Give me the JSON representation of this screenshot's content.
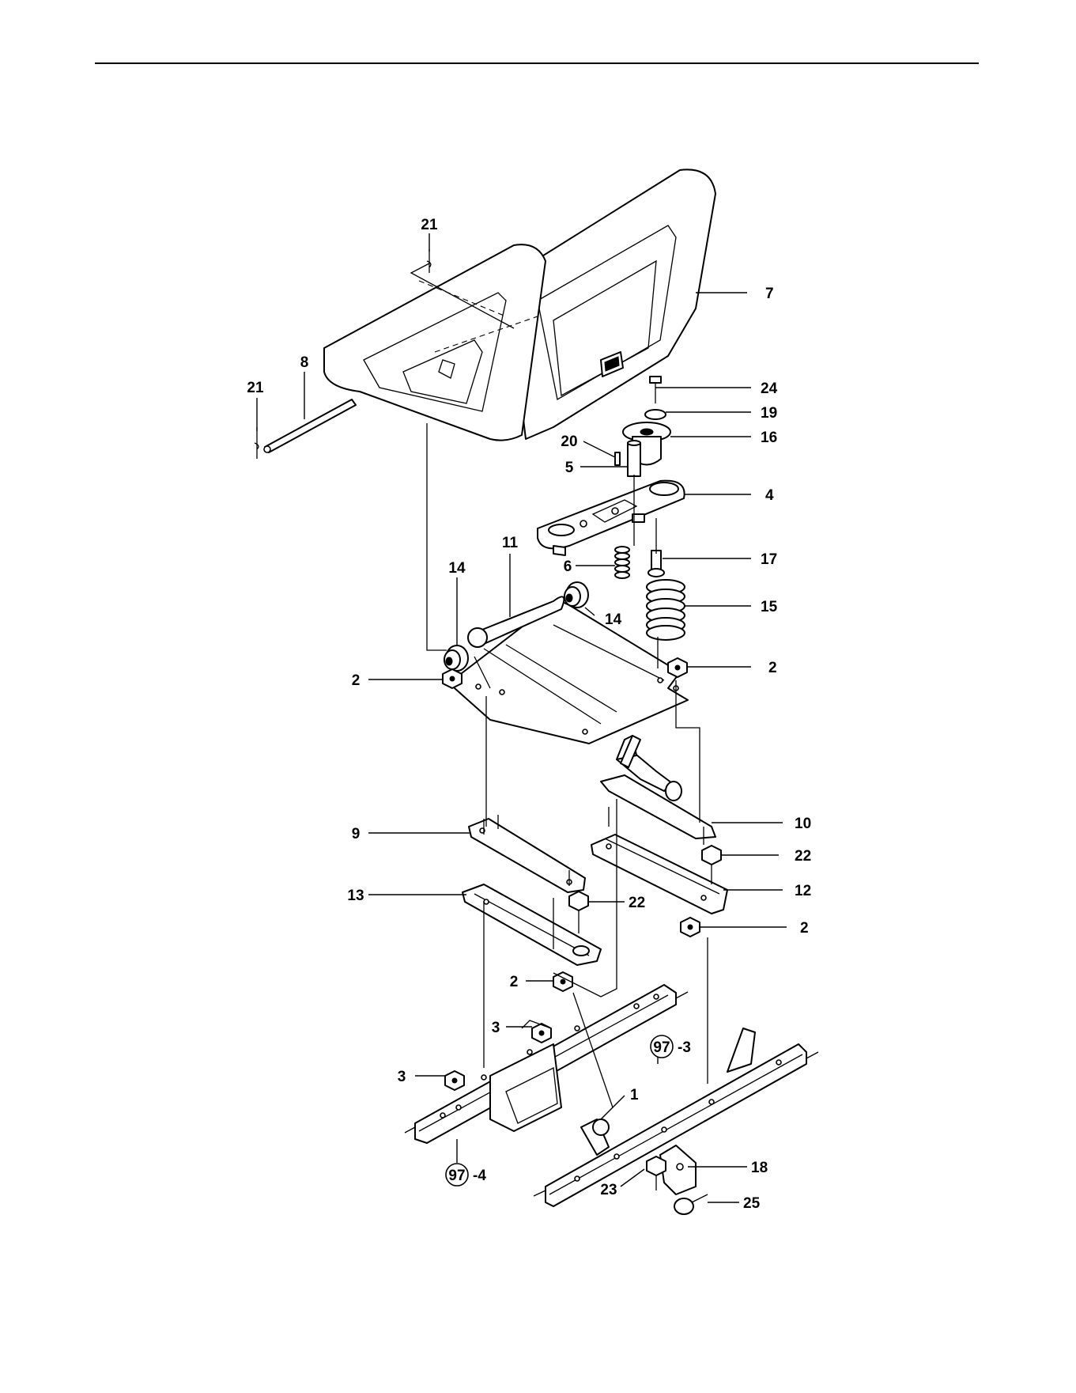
{
  "callouts": [
    {
      "id": "c21a",
      "text": "21"
    },
    {
      "id": "c7",
      "text": "7"
    },
    {
      "id": "c8",
      "text": "8"
    },
    {
      "id": "c21b",
      "text": "21"
    },
    {
      "id": "c24",
      "text": "24"
    },
    {
      "id": "c19",
      "text": "19"
    },
    {
      "id": "c16",
      "text": "16"
    },
    {
      "id": "c20",
      "text": "20"
    },
    {
      "id": "c5",
      "text": "5"
    },
    {
      "id": "c4",
      "text": "4"
    },
    {
      "id": "c11",
      "text": "11"
    },
    {
      "id": "c6",
      "text": "6"
    },
    {
      "id": "c17",
      "text": "17"
    },
    {
      "id": "c14a",
      "text": "14"
    },
    {
      "id": "c14b",
      "text": "14"
    },
    {
      "id": "c15",
      "text": "15"
    },
    {
      "id": "c2a",
      "text": "2"
    },
    {
      "id": "c2b",
      "text": "2"
    },
    {
      "id": "c10",
      "text": "10"
    },
    {
      "id": "c9",
      "text": "9"
    },
    {
      "id": "c22a",
      "text": "22"
    },
    {
      "id": "c13",
      "text": "13"
    },
    {
      "id": "c22b",
      "text": "22"
    },
    {
      "id": "c12",
      "text": "12"
    },
    {
      "id": "c2c",
      "text": "2"
    },
    {
      "id": "c2d",
      "text": "2"
    },
    {
      "id": "c3a",
      "text": "3"
    },
    {
      "id": "c97a",
      "text": "97",
      "suffix": "-3"
    },
    {
      "id": "c3b",
      "text": "3"
    },
    {
      "id": "c1",
      "text": "1"
    },
    {
      "id": "c18",
      "text": "18"
    },
    {
      "id": "c97b",
      "text": "97",
      "suffix": "-4"
    },
    {
      "id": "c23",
      "text": "23"
    },
    {
      "id": "c25",
      "text": "25"
    }
  ]
}
